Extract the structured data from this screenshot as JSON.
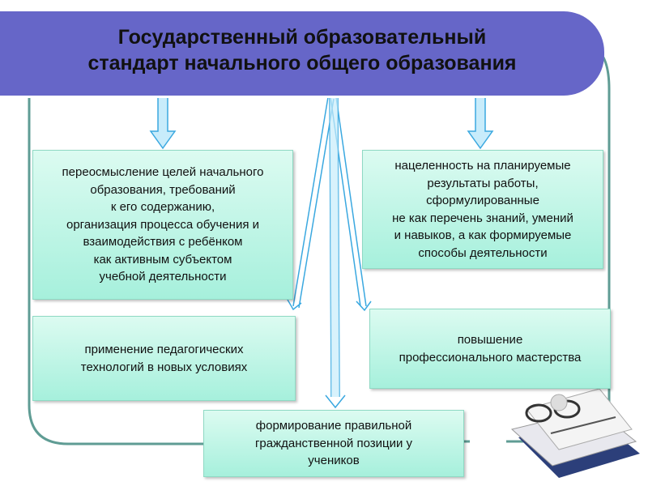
{
  "title": {
    "line1": "Государственный образовательный",
    "line2": "стандарт начального общего образования"
  },
  "boxes": {
    "rethinking": [
      "переосмысление целей начального",
      "образования, требований",
      "к его содержанию,",
      "организация процесса обучения и",
      "взаимодействия с ребёнком",
      "как активным субъектом",
      "учебной деятельности"
    ],
    "results": [
      "нацеленность на планируемые",
      "результаты работы,",
      "сформулированные",
      "не как перечень знаний, умений",
      "и навыков, а как формируемые",
      "способы деятельности"
    ],
    "technologies": [
      "применение педагогических",
      "технологий в новых условиях"
    ],
    "mastery": [
      "повышение",
      "профессионального мастерства"
    ],
    "citizenship": [
      "формирование правильной",
      "гражданственной позиции у",
      "учеников"
    ]
  },
  "colors": {
    "banner": "#6666c8",
    "box": "#a6f0dc",
    "arrow": "#c8ecfb",
    "arrow_stroke": "#3aa8e0",
    "frame": "#5f9c94"
  }
}
